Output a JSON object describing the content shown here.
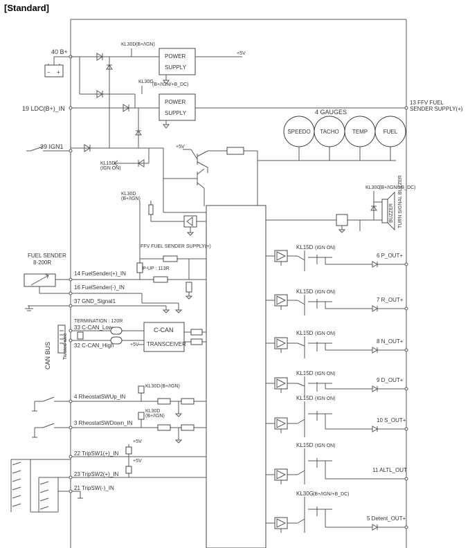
{
  "title": "[Standard]",
  "power": {
    "b_plus": "40 B+",
    "ldc": "19 LDC(B+)_IN",
    "ign1": "39 IGN1",
    "kl30d": "KL30D",
    "kl30d_sub": "(B+/IGN)",
    "kl30g": "KL30G",
    "kl30g_sub": "(B+/IGN/+B_DC)",
    "kl15d": "KL15D",
    "kl15d_sub": "(IGN ON)",
    "ps1_line1": "POWER",
    "ps1_line2": "SUPPLY",
    "ps2_line1": "POWER",
    "ps2_line2": "SUPPLY",
    "plus5v": "+5V"
  },
  "ffv": {
    "line1": "13 FFV FUEL",
    "line2": "SENDER SUPPLY(+)"
  },
  "gauges": {
    "title": "4 GAUGES",
    "items": [
      "SPEEDO",
      "TACHO",
      "TEMP",
      "FUEL"
    ]
  },
  "buzzer": {
    "kl": "KL30G",
    "kl_sub": "(B+/IGN/+B_DC)",
    "label": "BUZZER",
    "caption": "TURN SIGNAL BUZZER"
  },
  "mid": {
    "kl30d": "KL30D",
    "kl30d_sub": "(B+/IGN)",
    "ffv_supply": "FFV FUEL SENDER SUPPLY(+)",
    "pullup": "P-UP : 113R"
  },
  "fuel_sender": {
    "label1": "FUEL SENDER",
    "label2": "8-200R",
    "pin_plus": "14 FuelSender(+)_IN",
    "pin_minus": "16 FuelSender(-)_IN",
    "gnd": "37 GND_Signal1"
  },
  "can": {
    "termination": "TERMINATION : 120R",
    "low": "33 C-CAN_Low",
    "high": "32 C-CAN_High",
    "box1": "C-CAN",
    "box2": "TRANSCEIVER",
    "bus_label": "CAN BUS",
    "twisted": "Twisted wire",
    "v5": "+5V"
  },
  "rheostat": {
    "up": "4 RheostatSWUp_IN",
    "down": "3 RheostatSWDown_IN",
    "kl_up": "KL30D",
    "kl_up_sub": "(B+/IGN)",
    "kl_down": "KL30D",
    "kl_down_sub": "(B+/IGN)"
  },
  "trip": {
    "sw1": "22 TripSW1(+)_IN",
    "sw2": "23 TripSW2(+)_IN",
    "swm": "21 TripSW(-)_IN",
    "v5a": "+5V",
    "v5b": "+5V"
  },
  "outputs": [
    {
      "kl": "KL15D",
      "sub": "(IGN ON)",
      "pin": "6 P_OUT+"
    },
    {
      "kl": "KL15D",
      "sub": "(IGN ON)",
      "pin": "7 R_OUT+"
    },
    {
      "kl": "KL15D",
      "sub": "(IGN ON)",
      "pin": "8 N_OUT+"
    },
    {
      "kl": "KL15D",
      "sub": "(IGN ON)",
      "pin": "9 D_OUT+"
    },
    {
      "kl": "KL15D",
      "sub": "(IGN ON)",
      "pin": "10 S_OUT+"
    },
    {
      "kl": "KL15D",
      "sub": "(IGN ON)",
      "pin": "11 ALTL_OUT"
    },
    {
      "kl": "KL30G",
      "sub": "(B+/IGN/+B_DC)",
      "pin": "5 Detent_OUT+"
    }
  ]
}
